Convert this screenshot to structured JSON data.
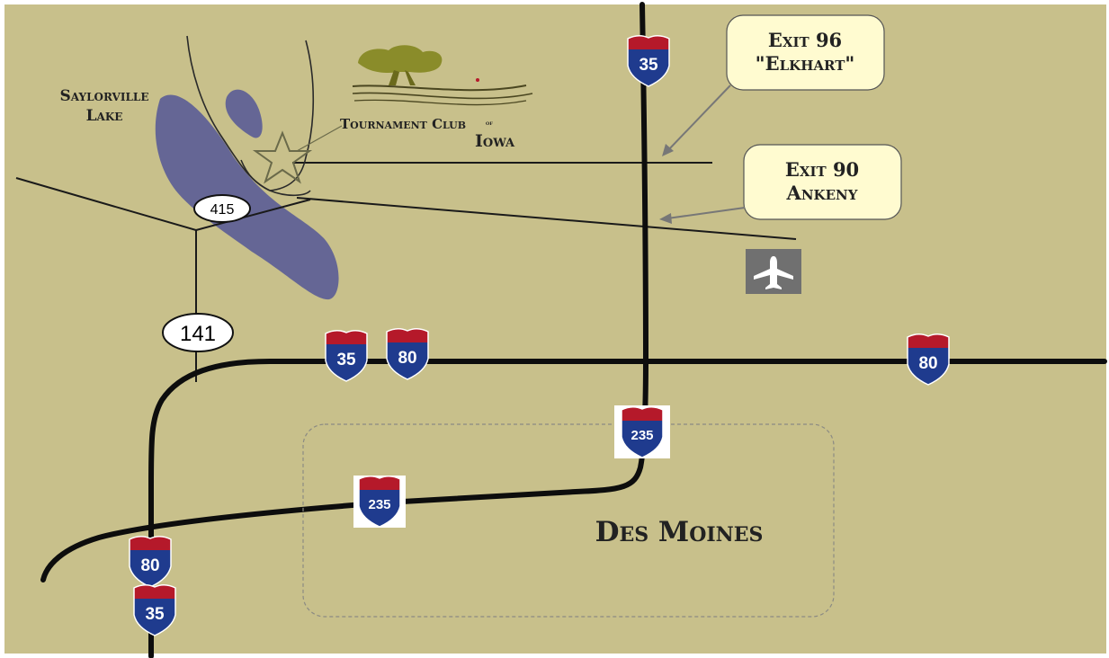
{
  "map": {
    "lake_label": [
      "Saylorville",
      "Lake"
    ],
    "club": {
      "line1": "Tournament Club",
      "of": "of",
      "line2": "Iowa"
    },
    "city_label": "Des Moines",
    "callouts": {
      "exit96": [
        "Exit 96",
        "\"Elkhart\""
      ],
      "exit90": [
        "Exit 90",
        "Ankeny"
      ]
    },
    "highways": {
      "i35_north": "35",
      "i35_west": "35",
      "i80_west": "80",
      "i80_east": "80",
      "i235_east": "235",
      "i235_west": "235",
      "i80_sw": "80",
      "i35_sw": "35"
    },
    "state_routes": {
      "ia415": "415",
      "ia141": "141"
    },
    "icons": {
      "airport": "airplane-icon",
      "location": "star-icon",
      "logo": "oak-tree-icon"
    },
    "colors": {
      "land": "#c8c08b",
      "lake": "#5c5e96",
      "shield_blue": "#1f3b8e",
      "shield_red": "#b5192a",
      "callout_fill": "#fffbd0"
    }
  }
}
